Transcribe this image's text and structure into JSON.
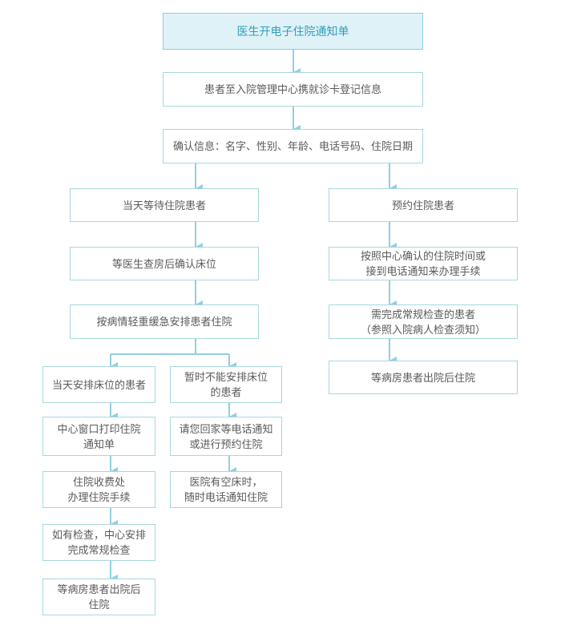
{
  "colors": {
    "line": "#8fd0e0",
    "border": "#a8d7e0",
    "title_bg": "#dff2f7",
    "title_text": "#2f9fbe",
    "text": "#5a5a5a"
  },
  "flow": {
    "title": "医生开电子住院通知单",
    "step_register": "患者至入院管理中心携就诊卡登记信息",
    "step_confirm": "确认信息：名字、性别、年龄、电话号码、住院日期",
    "left": {
      "head": "当天等待住院患者",
      "ward_round": "等医生查房后确认床位",
      "arrange": "按病情轻重缓急安排患者住院",
      "assigned": {
        "head": "当天安排床位的患者",
        "print": "中心窗口打印住院\n通知单",
        "billing": "住院收费处\n办理住院手续",
        "exam": "如有检查，中心安排\n完成常规检查",
        "discharge_wait": "等病房患者出院后\n住院"
      },
      "unassigned": {
        "head": "暂时不能安排床位\n的患者",
        "go_home": "请您回家等电话通知\n或进行预约住院",
        "notify": "医院有空床时，\n随时电话通知住院"
      }
    },
    "right": {
      "head": "预约住院患者",
      "procedure": "按照中心确认的住院时间或\n接到电话通知来办理手续",
      "checkup": "需完成常规检查的患者\n（参照入院病人检查须知）",
      "discharge_wait": "等病房患者出院后住院"
    }
  }
}
